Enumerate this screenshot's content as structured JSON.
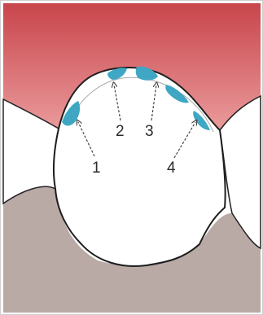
{
  "labels": {
    "l1": "1",
    "l2": "2",
    "l3": "3",
    "l4": "4"
  },
  "colors": {
    "gum_top": "#c8454b",
    "gum_bottom": "#e88f91",
    "lower_tissue": "#b8a9a6",
    "tooth": "#ffffff",
    "outline": "#222222",
    "caries": "#3fa7c3",
    "arrow": "#444444"
  }
}
